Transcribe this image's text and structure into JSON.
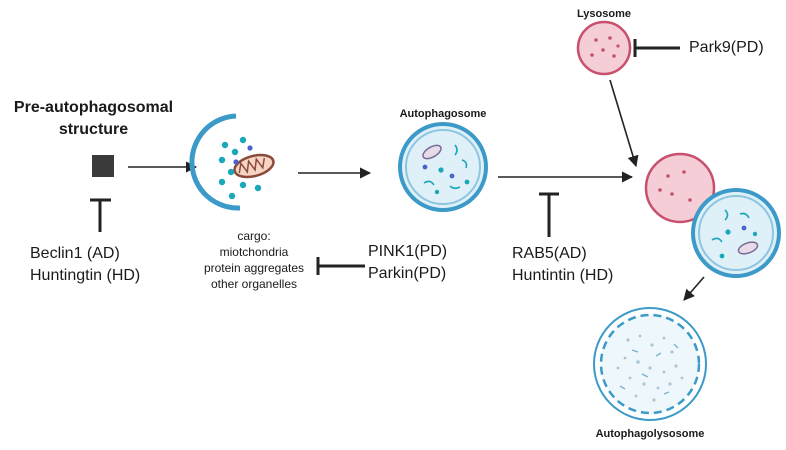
{
  "stages": {
    "pre": {
      "title_line1": "Pre-autophagosomal",
      "title_line2": "structure"
    },
    "cargo": {
      "lines": [
        "cargo:",
        "miotchondria",
        "protein aggregates",
        "other organelles"
      ]
    },
    "autophagosome": {
      "title": "Autophagosome"
    },
    "lysosome": {
      "title": "Lysosome"
    },
    "autophagolysosome": {
      "title": "Autophagolysosome"
    }
  },
  "inhibitors": {
    "beclin": {
      "line1": "Beclin1 (AD)",
      "line2": "Huntingtin (HD)"
    },
    "pink": {
      "line1": "PINK1(PD)",
      "line2": "Parkin(PD)"
    },
    "rab5": {
      "line1": "RAB5(AD)",
      "line2": "Huntintin (HD)"
    },
    "park9": {
      "line1": "Park9(PD)"
    }
  },
  "colors": {
    "arrow": "#222222",
    "autophagosome_fill": "#dff0f8",
    "autophagosome_stroke": "#3b9ac8",
    "lysosome_fill": "#f4cdd6",
    "lysosome_stroke": "#c8506c",
    "dot_teal": "#1aa7b8",
    "dot_blue": "#4a63c9",
    "mito_brown": "#8a4a3a"
  }
}
